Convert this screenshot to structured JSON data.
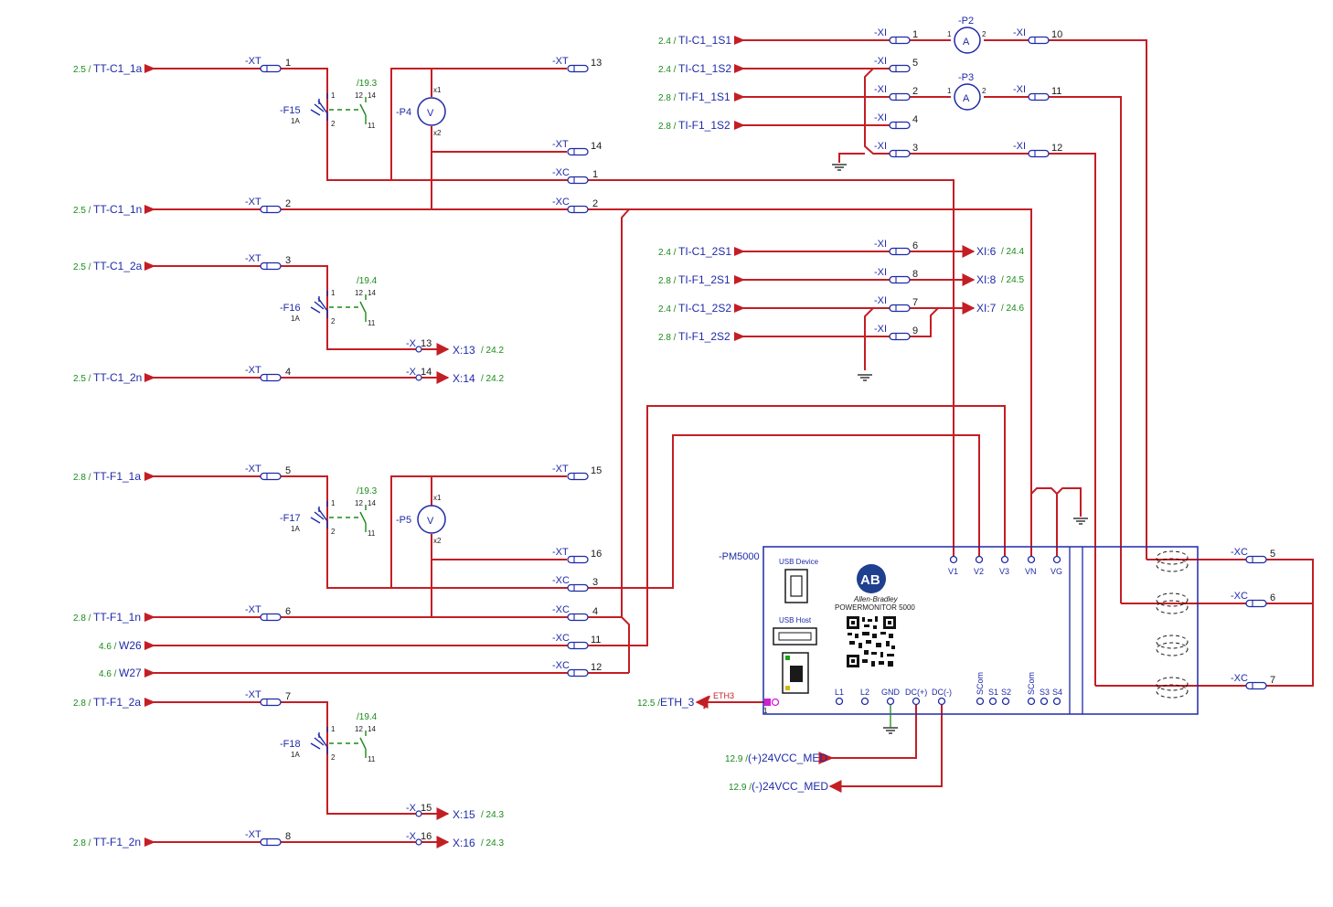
{
  "left_inputs": [
    {
      "ref": "2.5 /",
      "sig": "TT-C1_1a",
      "tb": "-XT",
      "term": "1"
    },
    {
      "ref": "2.5 /",
      "sig": "TT-C1_1n",
      "tb": "-XT",
      "term": "2"
    },
    {
      "ref": "2.5 /",
      "sig": "TT-C1_2a",
      "tb": "-XT",
      "term": "3"
    },
    {
      "ref": "2.5 /",
      "sig": "TT-C1_2n",
      "tb": "-XT",
      "term": "4"
    },
    {
      "ref": "2.8 /",
      "sig": "TT-F1_1a",
      "tb": "-XT",
      "term": "5"
    },
    {
      "ref": "2.8 /",
      "sig": "TT-F1_1n",
      "tb": "-XT",
      "term": "6"
    },
    {
      "ref": "4.6 /",
      "sig": "W26",
      "tb": "-XC",
      "term": "11"
    },
    {
      "ref": "4.6 /",
      "sig": "W27",
      "tb": "-XC",
      "term": "12"
    },
    {
      "ref": "2.8 /",
      "sig": "TT-F1_2a",
      "tb": "-XT",
      "term": "7"
    },
    {
      "ref": "2.8 /",
      "sig": "TT-F1_2n",
      "tb": "-XT",
      "term": "8"
    }
  ],
  "breakers": [
    {
      "name": "-F15",
      "rating": "1A",
      "ref": "/19.3",
      "p1": "1",
      "p2": "2",
      "p12": "12",
      "p14": "14",
      "p11": "11"
    },
    {
      "name": "-F16",
      "rating": "1A",
      "ref": "/19.4",
      "p1": "1",
      "p2": "2",
      "p12": "12",
      "p14": "14",
      "p11": "11"
    },
    {
      "name": "-F17",
      "rating": "1A",
      "ref": "/19.3",
      "p1": "1",
      "p2": "2",
      "p12": "12",
      "p14": "14",
      "p11": "11"
    },
    {
      "name": "-F18",
      "rating": "1A",
      "ref": "/19.4",
      "p1": "1",
      "p2": "2",
      "p12": "12",
      "p14": "14",
      "p11": "11"
    }
  ],
  "voltmeters": [
    {
      "name": "-P4",
      "symbol": "V",
      "x1": "x1",
      "x2": "x2"
    },
    {
      "name": "-P5",
      "symbol": "V",
      "x1": "x1",
      "x2": "x2"
    }
  ],
  "ammeters": [
    {
      "name": "-P2",
      "symbol": "A",
      "p1": "1",
      "p2": "2"
    },
    {
      "name": "-P3",
      "symbol": "A",
      "p1": "1",
      "p2": "2"
    }
  ],
  "mid_terminals": [
    {
      "tb": "-XT",
      "term": "13"
    },
    {
      "tb": "-XT",
      "term": "14"
    },
    {
      "tb": "-XC",
      "term": "1"
    },
    {
      "tb": "-XC",
      "term": "2"
    },
    {
      "tb": "-XT",
      "term": "15"
    },
    {
      "tb": "-XT",
      "term": "16"
    },
    {
      "tb": "-XC",
      "term": "3"
    },
    {
      "tb": "-XC",
      "term": "4"
    },
    {
      "tb": "-XC",
      "term": "11"
    },
    {
      "tb": "-XC",
      "term": "12"
    }
  ],
  "x_outputs": [
    {
      "tb": "-X",
      "term": "13",
      "target": "X:13",
      "ref": "/ 24.2"
    },
    {
      "tb": "-X",
      "term": "14",
      "target": "X:14",
      "ref": "/ 24.2"
    },
    {
      "tb": "-X",
      "term": "15",
      "target": "X:15",
      "ref": "/ 24.3"
    },
    {
      "tb": "-X",
      "term": "16",
      "target": "X:16",
      "ref": "/ 24.3"
    }
  ],
  "ti_inputs": [
    {
      "ref": "2.4 /",
      "sig": "TI-C1_1S1",
      "tb": "-XI",
      "term": "1"
    },
    {
      "ref": "2.4 /",
      "sig": "TI-C1_1S2",
      "tb": "-XI",
      "term": "5"
    },
    {
      "ref": "2.8 /",
      "sig": "TI-F1_1S1",
      "tb": "-XI",
      "term": "2"
    },
    {
      "ref": "2.8 /",
      "sig": "TI-F1_1S2",
      "tb": "-XI",
      "term": "4"
    },
    {
      "ref": "",
      "sig": "",
      "tb": "-XI",
      "term": "3"
    },
    {
      "ref": "2.4 /",
      "sig": "TI-C1_2S1",
      "tb": "-XI",
      "term": "6"
    },
    {
      "ref": "2.8 /",
      "sig": "TI-F1_2S1",
      "tb": "-XI",
      "term": "8"
    },
    {
      "ref": "2.4 /",
      "sig": "TI-C1_2S2",
      "tb": "-XI",
      "term": "7"
    },
    {
      "ref": "2.8 /",
      "sig": "TI-F1_2S2",
      "tb": "-XI",
      "term": "9"
    }
  ],
  "xi_right": [
    {
      "tb": "-XI",
      "term": "10"
    },
    {
      "tb": "-XI",
      "term": "11"
    },
    {
      "tb": "-XI",
      "term": "12"
    }
  ],
  "xi_outputs": [
    {
      "target": "XI:6",
      "ref": "/ 24.4"
    },
    {
      "target": "XI:8",
      "ref": "/ 24.5"
    },
    {
      "target": "XI:7",
      "ref": "/ 24.6"
    }
  ],
  "pm5000": {
    "tag": "-PM5000",
    "usb_device": "USB Device",
    "usb_host": "USB Host",
    "logo": "AB",
    "brand": "Allen-Bradley",
    "model": "POWERMONITOR 5000",
    "top_pins": [
      "V1",
      "V2",
      "V3",
      "VN",
      "VG"
    ],
    "bottom_pins": [
      "L1",
      "L2",
      "GND",
      "DC(+)",
      "DC(-)",
      "SCom",
      "S1",
      "S2",
      "SCom",
      "S3",
      "S4"
    ]
  },
  "xc_right": [
    {
      "tb": "-XC",
      "term": "5"
    },
    {
      "tb": "-XC",
      "term": "6"
    },
    {
      "tb": "-XC",
      "term": "7"
    }
  ],
  "eth": {
    "ref": "12.5 /",
    "sig": "ETH_3",
    "cable": "ETH3",
    "pin": "1"
  },
  "power": [
    {
      "ref": "12.9 /",
      "sig": "(+)24VCC_MED"
    },
    {
      "ref": "12.9 /",
      "sig": "(-)24VCC_MED"
    }
  ],
  "colors": {
    "wire": "#c41e25",
    "label": "#1f2aa8",
    "reference": "#1a8a1a",
    "device": "#1f2aa8"
  }
}
